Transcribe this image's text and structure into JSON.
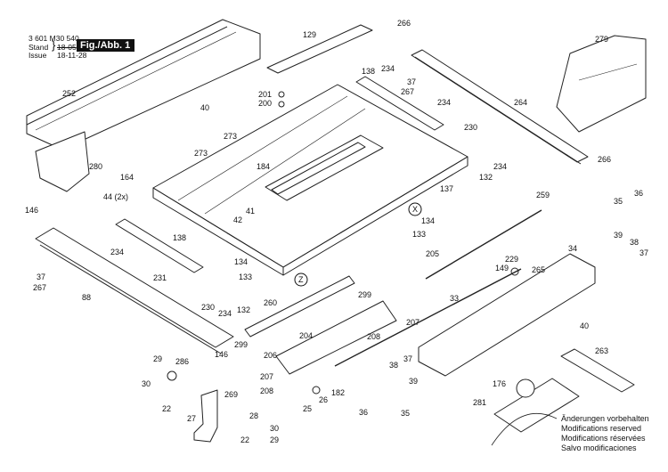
{
  "header": {
    "doc_number": "3 601 M30 540",
    "stand_label": "Stand",
    "stand_value": "18-05",
    "issue_label": "Issue",
    "issue_value": "18-11-28",
    "figure_label": "Fig./Abb. 1"
  },
  "notes": [
    "Änderungen vorbehalten",
    "Modifications reserved",
    "Modifications réservées",
    "Salvo modificaciones"
  ],
  "part_labels": [
    {
      "id": "p129",
      "text": "129"
    },
    {
      "id": "p266a",
      "text": "266"
    },
    {
      "id": "p279",
      "text": "279"
    },
    {
      "id": "p252",
      "text": "252"
    },
    {
      "id": "p201",
      "text": "201"
    },
    {
      "id": "p200",
      "text": "200"
    },
    {
      "id": "p138a",
      "text": "138"
    },
    {
      "id": "p234a",
      "text": "234"
    },
    {
      "id": "p37a",
      "text": "37"
    },
    {
      "id": "p267a",
      "text": "267"
    },
    {
      "id": "p40a",
      "text": "40"
    },
    {
      "id": "p273a",
      "text": "273"
    },
    {
      "id": "p273b",
      "text": "273"
    },
    {
      "id": "p264",
      "text": "264"
    },
    {
      "id": "p234b",
      "text": "234"
    },
    {
      "id": "p230a",
      "text": "230"
    },
    {
      "id": "p164",
      "text": "164"
    },
    {
      "id": "p280",
      "text": "280"
    },
    {
      "id": "p184",
      "text": "184"
    },
    {
      "id": "p234c",
      "text": "234"
    },
    {
      "id": "p132a",
      "text": "132"
    },
    {
      "id": "p266b",
      "text": "266"
    },
    {
      "id": "p44",
      "text": "44 (2x)"
    },
    {
      "id": "p137",
      "text": "137"
    },
    {
      "id": "p259",
      "text": "259"
    },
    {
      "id": "p146a",
      "text": "146"
    },
    {
      "id": "p41",
      "text": "41"
    },
    {
      "id": "p42",
      "text": "42"
    },
    {
      "id": "pX",
      "text": "X"
    },
    {
      "id": "p134a",
      "text": "134"
    },
    {
      "id": "p133a",
      "text": "133"
    },
    {
      "id": "p35a",
      "text": "35"
    },
    {
      "id": "p36a",
      "text": "36"
    },
    {
      "id": "p138b",
      "text": "138"
    },
    {
      "id": "p234d",
      "text": "234"
    },
    {
      "id": "p205",
      "text": "205"
    },
    {
      "id": "p34",
      "text": "34"
    },
    {
      "id": "p39a",
      "text": "39"
    },
    {
      "id": "p38a",
      "text": "38"
    },
    {
      "id": "p37b",
      "text": "37"
    },
    {
      "id": "p134b",
      "text": "134"
    },
    {
      "id": "p229",
      "text": "229"
    },
    {
      "id": "p149",
      "text": "149"
    },
    {
      "id": "p265",
      "text": "265"
    },
    {
      "id": "p37c",
      "text": "37"
    },
    {
      "id": "p267b",
      "text": "267"
    },
    {
      "id": "p88",
      "text": "88"
    },
    {
      "id": "p231",
      "text": "231"
    },
    {
      "id": "p133b",
      "text": "133"
    },
    {
      "id": "pZ",
      "text": "Z"
    },
    {
      "id": "p299a",
      "text": "299"
    },
    {
      "id": "p230b",
      "text": "230"
    },
    {
      "id": "p234e",
      "text": "234"
    },
    {
      "id": "p132b",
      "text": "132"
    },
    {
      "id": "p260",
      "text": "260"
    },
    {
      "id": "p33",
      "text": "33"
    },
    {
      "id": "p40b",
      "text": "40"
    },
    {
      "id": "p207a",
      "text": "207"
    },
    {
      "id": "p208a",
      "text": "208"
    },
    {
      "id": "p263",
      "text": "263"
    },
    {
      "id": "p146b",
      "text": "146"
    },
    {
      "id": "p299b",
      "text": "299"
    },
    {
      "id": "p204",
      "text": "204"
    },
    {
      "id": "p206",
      "text": "206"
    },
    {
      "id": "p29a",
      "text": "29"
    },
    {
      "id": "p286",
      "text": "286"
    },
    {
      "id": "p30a",
      "text": "30"
    },
    {
      "id": "p207b",
      "text": "207"
    },
    {
      "id": "p208b",
      "text": "208"
    },
    {
      "id": "p38b",
      "text": "38"
    },
    {
      "id": "p37d",
      "text": "37"
    },
    {
      "id": "p39b",
      "text": "39"
    },
    {
      "id": "p176",
      "text": "176"
    },
    {
      "id": "p269",
      "text": "269"
    },
    {
      "id": "p25",
      "text": "25"
    },
    {
      "id": "p26",
      "text": "26"
    },
    {
      "id": "p182",
      "text": "182"
    },
    {
      "id": "p22a",
      "text": "22"
    },
    {
      "id": "p27",
      "text": "27"
    },
    {
      "id": "p28",
      "text": "28"
    },
    {
      "id": "p36b",
      "text": "36"
    },
    {
      "id": "p35b",
      "text": "35"
    },
    {
      "id": "p281",
      "text": "281"
    },
    {
      "id": "p30b",
      "text": "30"
    },
    {
      "id": "p22b",
      "text": "22"
    },
    {
      "id": "p29b",
      "text": "29"
    }
  ]
}
